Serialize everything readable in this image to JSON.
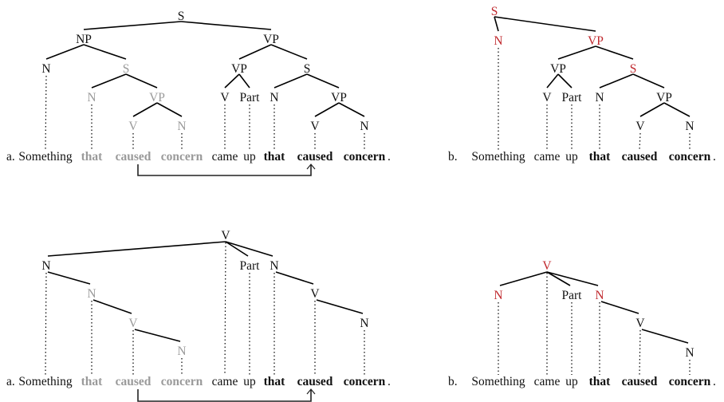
{
  "colors": {
    "black": "#111111",
    "gray": "#9a9a9a",
    "red": "#c0282d"
  },
  "panels": [
    {
      "id": "top-a",
      "marker": "a.",
      "words": [
        {
          "text": "Something",
          "style": "normal"
        },
        {
          "text": "that",
          "style": "gray"
        },
        {
          "text": "caused",
          "style": "gray"
        },
        {
          "text": "concern",
          "style": "gray"
        },
        {
          "text": "came",
          "style": "normal"
        },
        {
          "text": "up",
          "style": "normal"
        },
        {
          "text": "that",
          "style": "bold"
        },
        {
          "text": "caused",
          "style": "bold"
        },
        {
          "text": "concern",
          "style": "bold"
        },
        {
          "text": ".",
          "style": "normal"
        }
      ],
      "nodes": [
        {
          "label": "S",
          "style": "black"
        },
        {
          "label": "NP",
          "style": "black"
        },
        {
          "label": "VP",
          "style": "black"
        },
        {
          "label": "N",
          "style": "black"
        },
        {
          "label": "S",
          "style": "gray"
        },
        {
          "label": "VP",
          "style": "black"
        },
        {
          "label": "S",
          "style": "black"
        },
        {
          "label": "N",
          "style": "gray"
        },
        {
          "label": "VP",
          "style": "gray"
        },
        {
          "label": "V",
          "style": "black"
        },
        {
          "label": "Part",
          "style": "black"
        },
        {
          "label": "N",
          "style": "black"
        },
        {
          "label": "VP",
          "style": "black"
        },
        {
          "label": "V",
          "style": "gray"
        },
        {
          "label": "N",
          "style": "gray"
        },
        {
          "label": "V",
          "style": "black"
        },
        {
          "label": "N",
          "style": "black"
        }
      ]
    },
    {
      "id": "top-b",
      "marker": "b.",
      "words": [
        {
          "text": "Something",
          "style": "normal"
        },
        {
          "text": "came",
          "style": "normal"
        },
        {
          "text": "up",
          "style": "normal"
        },
        {
          "text": "that",
          "style": "bold"
        },
        {
          "text": "caused",
          "style": "bold"
        },
        {
          "text": "concern",
          "style": "bold"
        },
        {
          "text": ".",
          "style": "normal"
        }
      ],
      "nodes": [
        {
          "label": "S",
          "style": "red"
        },
        {
          "label": "N",
          "style": "red"
        },
        {
          "label": "VP",
          "style": "red"
        },
        {
          "label": "VP",
          "style": "black"
        },
        {
          "label": "S",
          "style": "red"
        },
        {
          "label": "V",
          "style": "black"
        },
        {
          "label": "Part",
          "style": "black"
        },
        {
          "label": "N",
          "style": "black"
        },
        {
          "label": "VP",
          "style": "black"
        },
        {
          "label": "V",
          "style": "black"
        },
        {
          "label": "N",
          "style": "black"
        }
      ]
    },
    {
      "id": "bottom-a",
      "marker": "a.",
      "words": [
        {
          "text": "Something",
          "style": "normal"
        },
        {
          "text": "that",
          "style": "gray"
        },
        {
          "text": "caused",
          "style": "gray"
        },
        {
          "text": "concern",
          "style": "gray"
        },
        {
          "text": "came",
          "style": "normal"
        },
        {
          "text": "up",
          "style": "normal"
        },
        {
          "text": "that",
          "style": "bold"
        },
        {
          "text": "caused",
          "style": "bold"
        },
        {
          "text": "concern",
          "style": "bold"
        },
        {
          "text": ".",
          "style": "normal"
        }
      ],
      "nodes": [
        {
          "label": "V",
          "style": "black"
        },
        {
          "label": "N",
          "style": "black"
        },
        {
          "label": "Part",
          "style": "black"
        },
        {
          "label": "N",
          "style": "black"
        },
        {
          "label": "N",
          "style": "gray"
        },
        {
          "label": "V",
          "style": "black"
        },
        {
          "label": "V",
          "style": "gray"
        },
        {
          "label": "N",
          "style": "black"
        },
        {
          "label": "N",
          "style": "gray"
        }
      ]
    },
    {
      "id": "bottom-b",
      "marker": "b.",
      "words": [
        {
          "text": "Something",
          "style": "normal"
        },
        {
          "text": "came",
          "style": "normal"
        },
        {
          "text": "up",
          "style": "normal"
        },
        {
          "text": "that",
          "style": "bold"
        },
        {
          "text": "caused",
          "style": "bold"
        },
        {
          "text": "concern",
          "style": "bold"
        },
        {
          "text": ".",
          "style": "normal"
        }
      ],
      "nodes": [
        {
          "label": "V",
          "style": "red"
        },
        {
          "label": "N",
          "style": "red"
        },
        {
          "label": "Part",
          "style": "black"
        },
        {
          "label": "N",
          "style": "red"
        },
        {
          "label": "V",
          "style": "black"
        },
        {
          "label": "N",
          "style": "black"
        }
      ]
    }
  ]
}
